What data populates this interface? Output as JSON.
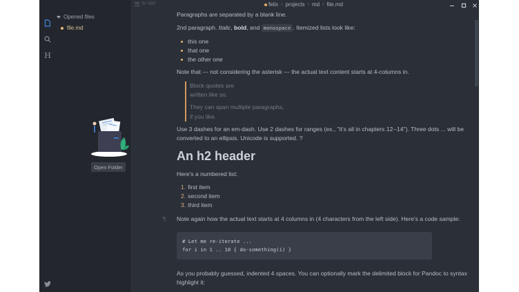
{
  "sidebar": {
    "opened_files_label": "Opened files",
    "files": [
      {
        "name": "file.md",
        "modified": true
      }
    ],
    "open_folder_label": "Open Folder",
    "icons": [
      "files-icon",
      "search-icon",
      "toc-h-icon",
      "twitter-icon"
    ],
    "toc_label": "H"
  },
  "toolbar": {
    "word_count": "W 488"
  },
  "breadcrumb": [
    "felix",
    "projects",
    "md",
    "file.md"
  ],
  "window_controls": {
    "minimize": "–",
    "maximize": "☐",
    "close": "✕"
  },
  "document": {
    "p1": "Paragraphs are separated by a blank line.",
    "p2": {
      "a": "2nd paragraph. ",
      "italic": "Italic",
      "b": ", ",
      "bold": "bold",
      "c": ", and ",
      "mono": "monospace",
      "d": ". Itemized lists look like:"
    },
    "bullets": [
      "this one",
      "that one",
      "the other one"
    ],
    "p3": "Note that --- not considering the asterisk --- the actual text content starts at 4-columns in.",
    "blockquote": [
      [
        "Block quotes are",
        "written like so."
      ],
      [
        "They can span multiple paragraphs,",
        "if you like."
      ]
    ],
    "p4": "Use 3 dashes for an em-dash. Use 2 dashes for ranges (ex., \"it's all in chapters 12--14\"). Three dots ... will be converted to an ellipsis. Unicode is supported. ?",
    "h2": "An h2 header",
    "p5": "Here's a numbered list:",
    "numbered": [
      {
        "n": "1.",
        "text": "first item"
      },
      {
        "n": "2.",
        "text": "second item"
      },
      {
        "n": "3.",
        "text": "third item"
      }
    ],
    "paragraph_mark": "¶",
    "p6": "Note again how the actual text starts at 4 columns in (4 characters from the left side). Here's a code sample:",
    "code": [
      "# Let me re-iterate ...",
      "for i in 1 .. 10 { do-something(i) }"
    ],
    "p7": "As you probably guessed, indented 4 spaces. You can optionally mark the delimited block for Pandoc to syntax highlight it:"
  },
  "colors": {
    "editor_bg": "#2b2f37",
    "sidebar_bg": "#23272d",
    "accent_orange": "#e8b97a",
    "files_icon_blue": "#3b78c4"
  }
}
